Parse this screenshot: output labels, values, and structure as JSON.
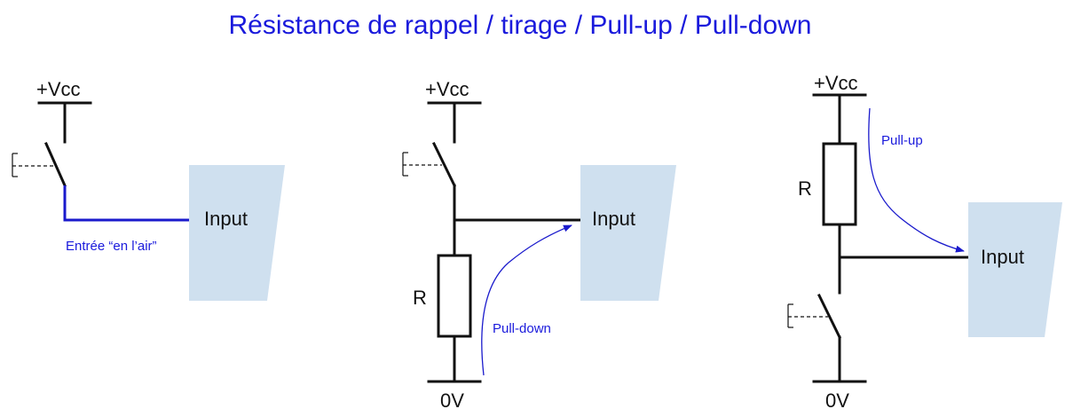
{
  "title": "Résistance de rappel / tirage / Pull-up / Pull-down",
  "circuits": [
    {
      "supply_label": "+Vcc",
      "input_label": "Input",
      "note": "Entrée “en l’air”"
    },
    {
      "supply_label": "+Vcc",
      "input_label": "Input",
      "resistor_label": "R",
      "ground_label": "0V",
      "note": "Pull-down"
    },
    {
      "supply_label": "+Vcc",
      "input_label": "Input",
      "resistor_label": "R",
      "ground_label": "0V",
      "note": "Pull-up"
    }
  ],
  "colors": {
    "title": "#1a1adc",
    "input_fill": "#cfe0ef",
    "wire": "#111111",
    "highlight": "#1a1acc"
  }
}
